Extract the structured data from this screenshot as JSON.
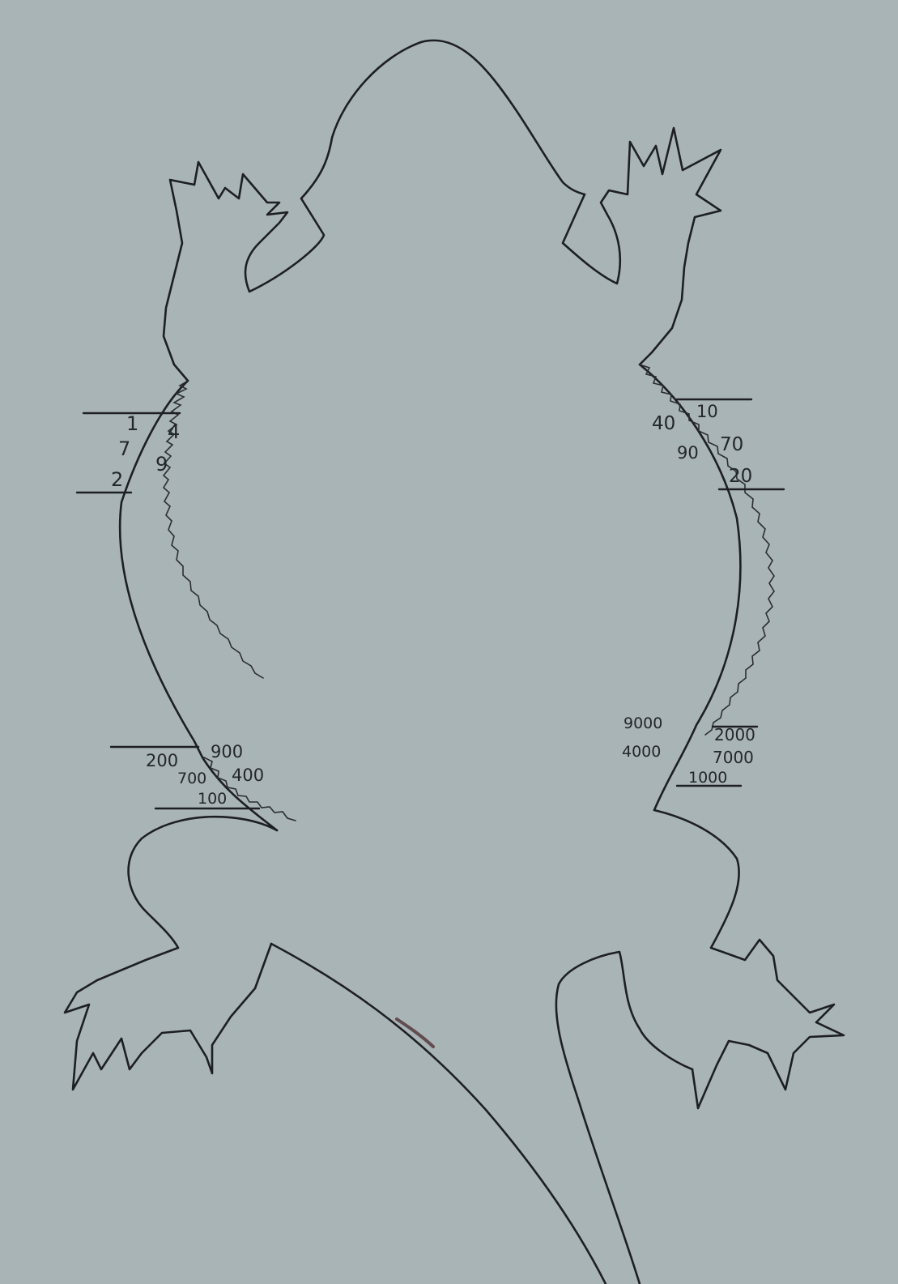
{
  "colors": {
    "paper": "#a9b4b6",
    "ink": "#1d1f22",
    "stain": "#4a2a2e"
  },
  "labels": {
    "left_upper": [
      "1",
      "4",
      "7",
      "9",
      "2"
    ],
    "left_lower": [
      "200",
      "900",
      "700",
      "400",
      "100"
    ],
    "right_upper": [
      "10",
      "40",
      "70",
      "90",
      "20"
    ],
    "right_lower": [
      "9000",
      "2000",
      "4000",
      "7000",
      "1000"
    ]
  }
}
